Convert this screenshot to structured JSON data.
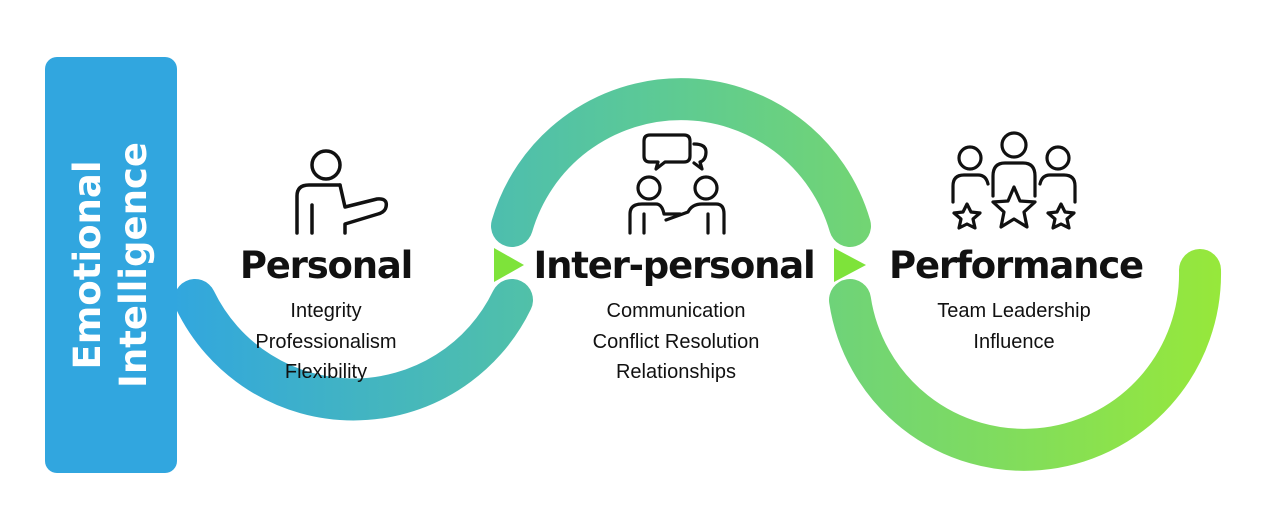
{
  "sidebar": {
    "line1": "Emotional",
    "line2": "Intelligence",
    "color": "#31a6df"
  },
  "stages": [
    {
      "icon": "presenter-icon",
      "title": "Personal",
      "items": [
        "Integrity",
        "Professionalism",
        "Flexibility"
      ]
    },
    {
      "icon": "conversation-icon",
      "title": "Inter-personal",
      "items": [
        "Communication",
        "Conflict Resolution",
        "Relationships"
      ]
    },
    {
      "icon": "team-stars-icon",
      "title": "Performance",
      "items": [
        "Team Leadership",
        "Influence"
      ]
    }
  ],
  "arrows": [
    "play-arrow-icon",
    "play-arrow-icon"
  ],
  "colors": {
    "gradient_start": "#31a6df",
    "gradient_mid": "#5bc997",
    "gradient_end": "#97e83a",
    "arrow": "#7ee33a",
    "text": "#111111"
  }
}
